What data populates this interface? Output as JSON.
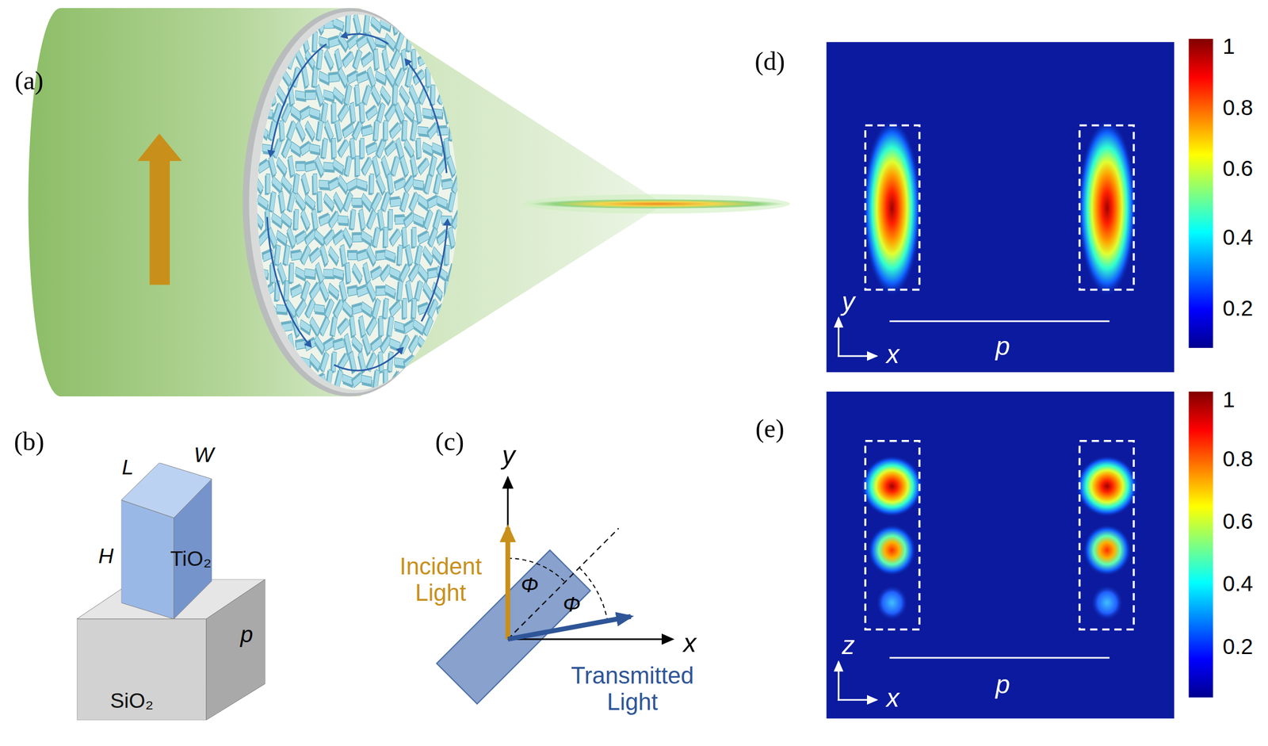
{
  "diagram": {
    "nodes": [
      {
        "text": [
          "TiO₂"
        ]
      },
      {
        "text": [
          "SiO₂"
        ]
      }
    ],
    "labels": [
      "(a)",
      "(b)",
      "L",
      "W",
      "H",
      "p",
      "(c)",
      "y",
      "x",
      "Incident Light",
      "Transmitted Light",
      "Φ",
      "Φ",
      "(d)",
      "1",
      "0.8",
      "0.6",
      "0.4",
      "0.2",
      "y",
      "x",
      "p",
      "(e)",
      "1",
      "0.8",
      "0.6",
      "0.4",
      "0.2",
      "z",
      "x",
      "p"
    ]
  }
}
